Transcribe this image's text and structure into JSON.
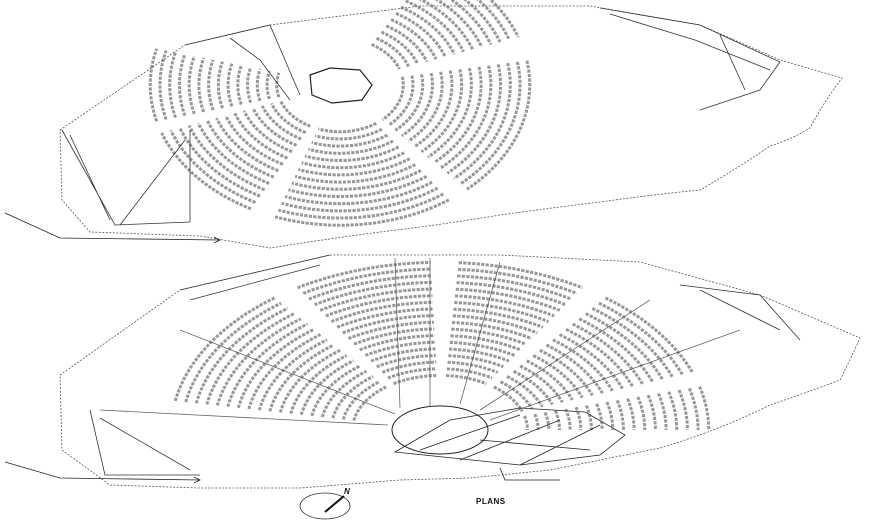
{
  "title": "PLANS",
  "north_label": "N",
  "plans": [
    {
      "name": "upper-level-plan"
    },
    {
      "name": "lower-level-plan"
    }
  ],
  "colors": {
    "line": "#333333",
    "faint": "#888888",
    "background": "#ffffff"
  }
}
